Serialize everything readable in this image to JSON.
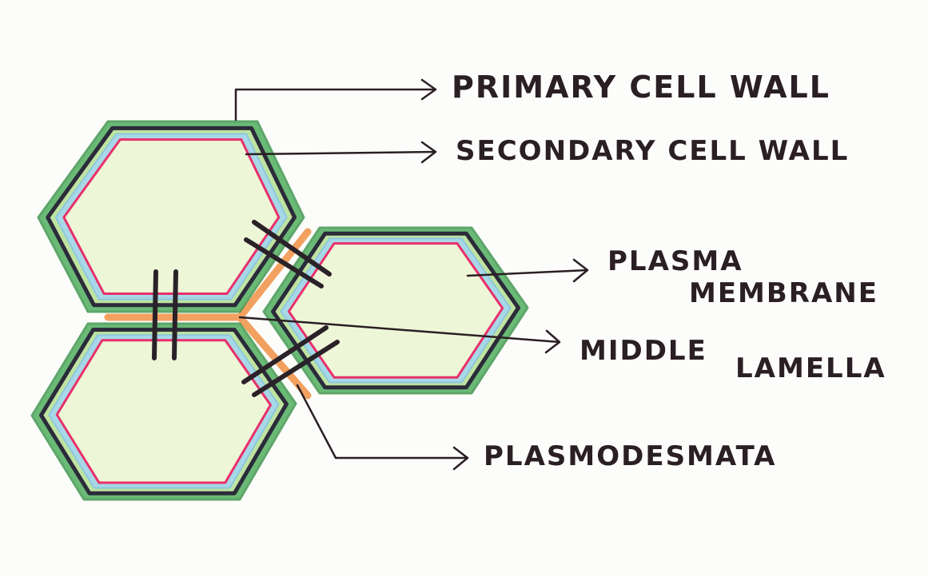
{
  "labels": {
    "primary_cell_wall": "PRIMARY CELL WALL",
    "secondary_cell_wall": "SECONDARY CELL WALL",
    "plasma_membrane_1": "PLASMA",
    "plasma_membrane_2": "MEMBRANE",
    "middle_lamella_1": "MIDDLE",
    "middle_lamella_2": "LAMELLA",
    "plasmodesmata": "PLASMODESMATA"
  },
  "colors": {
    "primary_wall": "#3aa54a",
    "secondary_wall": "#2b2b3a",
    "inner_band": "#a8d8e8",
    "membrane": "#e8306a",
    "cytoplasm": "#eef6d8",
    "lamella": "#f08a3a"
  }
}
